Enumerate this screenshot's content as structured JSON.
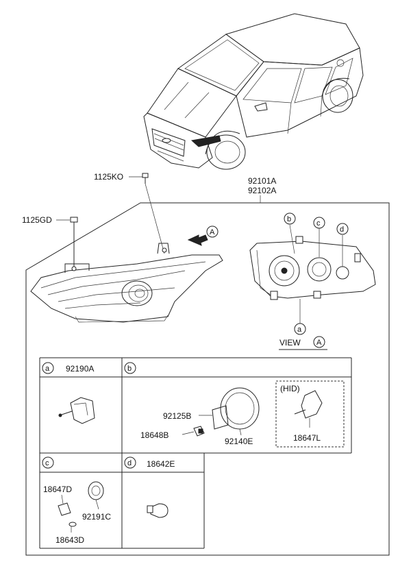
{
  "labels": {
    "p1125ko": "1125KO",
    "p92101a": "92101A",
    "p92102a": "92102A",
    "p1125gd": "1125GD",
    "p92190a": "92190A",
    "hid": "(HID)",
    "p92125b": "92125B",
    "p18648b": "18648B",
    "p92140e": "92140E",
    "p18647l": "18647L",
    "p18642e": "18642E",
    "p18647d": "18647D",
    "p92191c": "92191C",
    "p18643d": "18643D"
  },
  "callouts": {
    "A": "A",
    "a": "a",
    "b": "b",
    "c": "c",
    "d": "d"
  },
  "view": {
    "label": "VIEW",
    "letter": "A"
  }
}
